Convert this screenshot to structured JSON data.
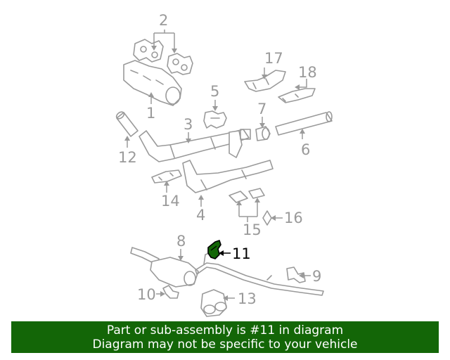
{
  "diagram": {
    "callouts": [
      "1",
      "2",
      "3",
      "4",
      "5",
      "6",
      "7",
      "8",
      "9",
      "10",
      "11",
      "12",
      "13",
      "14",
      "15",
      "16",
      "17",
      "18"
    ],
    "highlighted": "11",
    "highlight_color": "#136607",
    "line_color": "#9a9a9a"
  },
  "banner": {
    "line1": "Part or sub-assembly is #11 in diagram",
    "line2": "Diagram may not be specific to your vehicle",
    "background": "#136607",
    "text_color": "#ffffff"
  }
}
